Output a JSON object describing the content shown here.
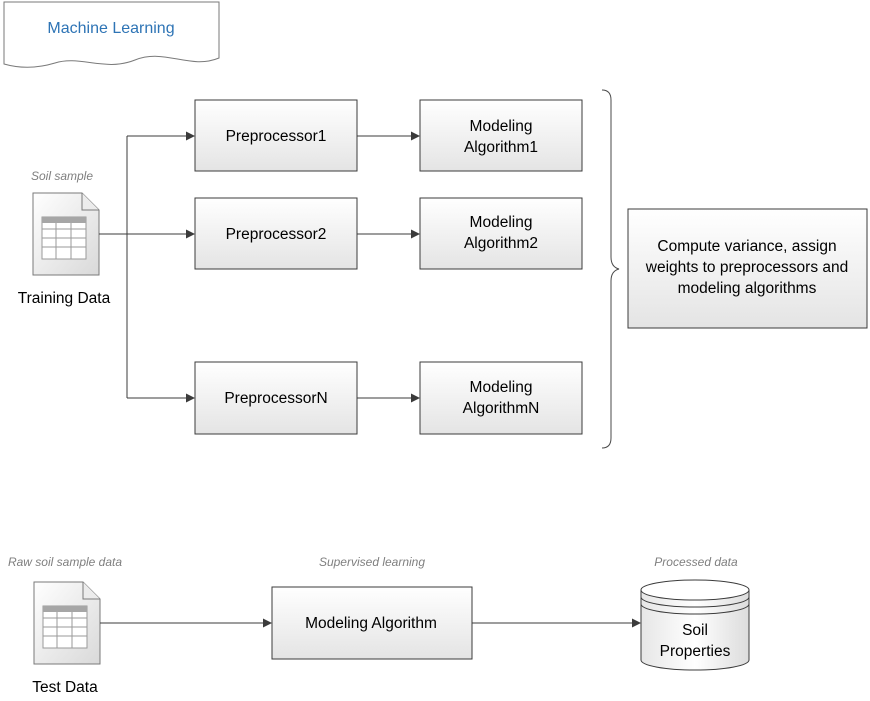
{
  "title": "Machine Learning",
  "training": {
    "caption": "Soil sample",
    "label": "Training Data",
    "preprocessors": [
      {
        "label": "Preprocessor1"
      },
      {
        "label": "Preprocessor2"
      },
      {
        "label": "PreprocessorN"
      }
    ],
    "algorithms": [
      {
        "line1": "Modeling",
        "line2": "Algorithm1"
      },
      {
        "line1": "Modeling",
        "line2": "Algorithm2"
      },
      {
        "line1": "Modeling",
        "line2": "AlgorithmN"
      }
    ],
    "summary": {
      "line1": "Compute variance, assign",
      "line2": "weights to preprocessors and",
      "line3": "modeling algorithms"
    }
  },
  "testing": {
    "input_caption": "Raw soil sample data",
    "input_label": "Test Data",
    "model_caption": "Supervised learning",
    "model_label": "Modeling Algorithm",
    "output_caption": "Processed data",
    "output_line1": "Soil",
    "output_line2": "Properties"
  }
}
